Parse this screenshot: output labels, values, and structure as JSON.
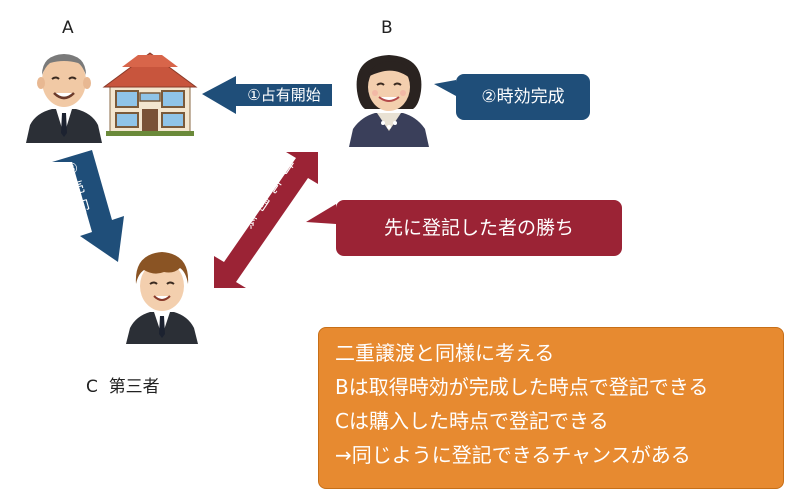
{
  "persons": {
    "a": {
      "label": "A"
    },
    "b": {
      "label": "B"
    },
    "c": {
      "label": "C",
      "role": "第三者"
    }
  },
  "arrows": {
    "possession": {
      "label": "①占有開始",
      "color": "#1f4e79"
    },
    "sale": {
      "num": "③",
      "chars": [
        "売",
        "却"
      ],
      "color": "#1f4e79"
    },
    "opposition": {
      "chars": [
        "対",
        "抗",
        "関",
        "係"
      ],
      "color": "#9b2335"
    }
  },
  "callouts": {
    "prescription": {
      "text": "②時効完成",
      "color": "#1f4e79"
    },
    "first_register": {
      "text": "先に登記した者の勝ち",
      "color": "#9b2335"
    }
  },
  "note": {
    "lines": [
      "二重譲渡と同様に考える",
      "Bは取得時効が完成した時点で登記できる",
      "Cは購入した時点で登記できる",
      "→同じように登記できるチャンスがある"
    ],
    "color": "#e78a30"
  }
}
